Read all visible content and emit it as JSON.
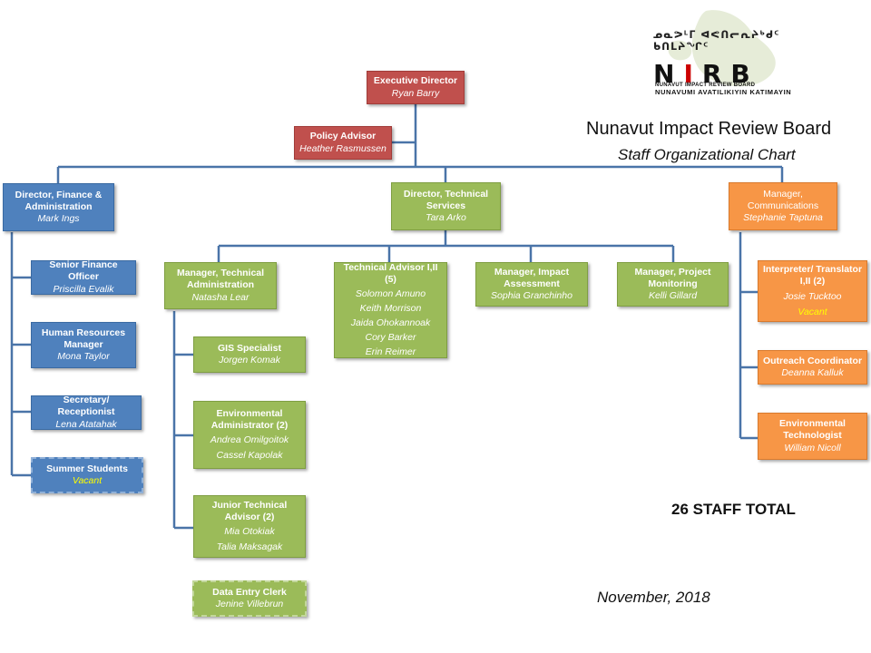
{
  "logo": {
    "syllabics": "ᓄᓇᕗᒻᒥ ᐊᕙᑎᓕᕆᔨᒃᑯᑦ ᑲᑎᒪᔨᖏᑦ",
    "acronym_n": "N",
    "acronym_i": "I",
    "acronym_r": "R",
    "acronym_b": "B",
    "subtitle_en": "NUNAVUT IMPACT REVIEW BOARD",
    "subtitle_in": "NUNAVUMI AVATILIKIYIN KATIMAYIN"
  },
  "header": {
    "title": "Nunavut Impact Review Board",
    "subtitle": "Staff Organizational Chart"
  },
  "executive": {
    "title": "Executive Director",
    "name": "Ryan Barry"
  },
  "policy": {
    "title": "Policy Advisor",
    "name": "Heather Rasmussen"
  },
  "finance": {
    "director": {
      "title": "Director, Finance & Administration",
      "name": "Mark Ings"
    },
    "staff": [
      {
        "title": "Senior Finance Officer",
        "name": "Priscilla Evalik"
      },
      {
        "title": "Human Resources Manager",
        "name": "Mona Taylor"
      },
      {
        "title": "Secretary/ Receptionist",
        "name": "Lena Atatahak"
      },
      {
        "title": "Summer Students",
        "name": "Vacant"
      }
    ]
  },
  "technical": {
    "director": {
      "title": "Director, Technical Services",
      "name": "Tara Arko"
    },
    "mta": {
      "title": "Manager, Technical Administration",
      "name": "Natasha Lear"
    },
    "mta_staff": [
      {
        "title": "GIS Specialist",
        "names": [
          "Jorgen Komak"
        ]
      },
      {
        "title": "Environmental Administrator (2)",
        "names": [
          "Andrea Omilgoitok",
          "Cassel Kapolak"
        ]
      },
      {
        "title": "Junior Technical Advisor (2)",
        "names": [
          "Mia Otokiak",
          "Talia Maksagak"
        ]
      },
      {
        "title": "Data Entry Clerk",
        "names": [
          "Jenine Villebrun"
        ]
      }
    ],
    "advisors": {
      "title": "Technical Advisor I,II (5)",
      "names": [
        "Solomon Amuno",
        "Keith Morrison",
        "Jaida Ohokannoak",
        "Cory Barker",
        "Erin Reimer"
      ]
    },
    "impact": {
      "title": "Manager, Impact Assessment",
      "name": "Sophia Granchinho"
    },
    "monitoring": {
      "title": "Manager, Project Monitoring",
      "name": "Kelli Gillard"
    }
  },
  "communications": {
    "manager": {
      "title": "Manager, Communications",
      "name": "Stephanie Taptuna"
    },
    "staff": [
      {
        "title": "Interpreter/ Translator I,II (2)",
        "names": [
          "Josie Tucktoo",
          "Vacant"
        ]
      },
      {
        "title": "Outreach Coordinator",
        "names": [
          "Deanna Kalluk"
        ]
      },
      {
        "title": "Environmental Technologist",
        "names": [
          "William Nicoll"
        ]
      }
    ]
  },
  "staff_total": "26 STAFF TOTAL",
  "date": "November, 2018",
  "colors": {
    "executive": "#c0504d",
    "finance": "#4f81bd",
    "technical": "#9bbb59",
    "communications": "#f79646",
    "connector": "#4a74a8",
    "vacant_text": "#ffff00"
  }
}
